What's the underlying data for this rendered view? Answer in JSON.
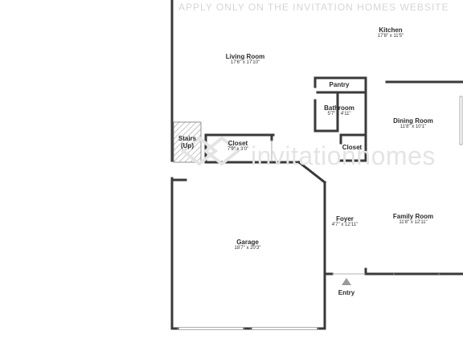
{
  "watermark": {
    "top_text": "APPLY ONLY ON THE INVITATION HOMES WEBSITE",
    "logo_text": "invitationhomes"
  },
  "rooms": {
    "kitchen": {
      "name": "Kitchen",
      "dims": "17'8\" x 11'5\""
    },
    "living_room": {
      "name": "Living Room",
      "dims": "17'6\" x 17'10\""
    },
    "pantry": {
      "name": "Pantry"
    },
    "bathroom": {
      "name": "Bathroom",
      "dims": "5'7\" x 4'11\""
    },
    "dining_room": {
      "name": "Dining Room",
      "dims": "11'8\" x 10'1\""
    },
    "stairs": {
      "name": "Stairs",
      "note": "(Up)"
    },
    "closet_left": {
      "name": "Closet",
      "dims": "7'9\" x 3'0\""
    },
    "closet_right": {
      "name": "Closet"
    },
    "foyer": {
      "name": "Foyer",
      "dims": "4'7\" x 12'11\""
    },
    "family_room": {
      "name": "Family Room",
      "dims": "11'8\" x 12'11\""
    },
    "garage": {
      "name": "Garage",
      "dims": "18'7\" x 20'3\""
    }
  },
  "entry": {
    "label": "Entry"
  }
}
